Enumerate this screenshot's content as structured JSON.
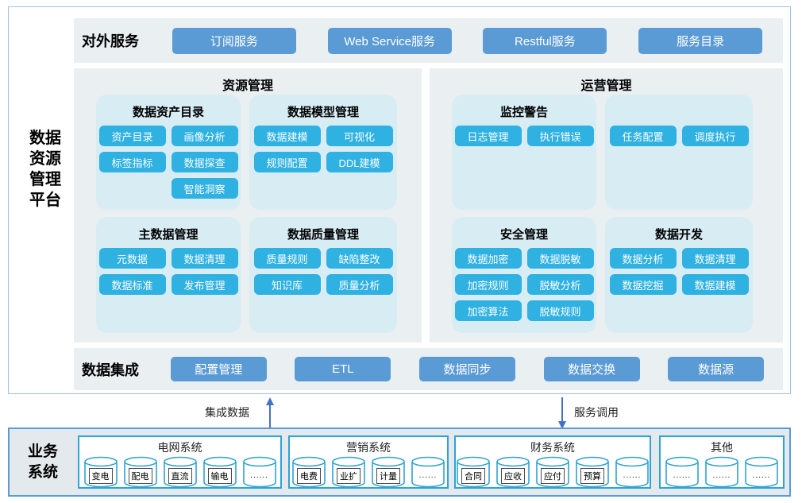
{
  "colors": {
    "primary_button": "#5b9bd5",
    "feature_chip": "#2fb1e2",
    "panel_background": "#eaeff1",
    "block_background": "#d8ecf4",
    "business_background": "#e3e9ec",
    "system_border": "#2ea3d6",
    "arrow": "#4472c4"
  },
  "platform": {
    "title": "数据资源管理平台",
    "external_services": {
      "label": "对外服务",
      "buttons": [
        "订阅服务",
        "Web Service服务",
        "Restful服务",
        "服务目录"
      ]
    },
    "sections": [
      {
        "title": "资源管理",
        "blocks": [
          {
            "title": "数据资产目录",
            "grid": [
              [
                "资产目录",
                "画像分析"
              ],
              [
                "标签指标",
                "数据探查"
              ],
              [
                null,
                "智能洞察"
              ]
            ]
          },
          {
            "title": "数据模型管理",
            "grid": [
              [
                "数据建模",
                "可视化"
              ],
              [
                "规则配置",
                "DDL建模"
              ]
            ]
          },
          {
            "title": "主数据管理",
            "grid": [
              [
                "元数据",
                "数据清理"
              ],
              [
                "数据标准",
                "发布管理"
              ]
            ]
          },
          {
            "title": "数据质量管理",
            "grid": [
              [
                "质量规则",
                "缺陷整改"
              ],
              [
                "知识库",
                "质量分析"
              ]
            ]
          }
        ]
      },
      {
        "title": "运营管理",
        "blocks": [
          {
            "title": "监控警告",
            "grid": [
              [
                "日志管理",
                "执行错误"
              ]
            ]
          },
          {
            "title": "",
            "grid": [
              [
                "任务配置",
                "调度执行"
              ]
            ]
          },
          {
            "title": "安全管理",
            "grid": [
              [
                "数据加密",
                "数据脱敏"
              ],
              [
                "加密规则",
                "脱敏分析"
              ],
              [
                "加密算法",
                "脱敏规则"
              ]
            ]
          },
          {
            "title": "数据开发",
            "grid": [
              [
                "数据分析",
                "数据清理"
              ],
              [
                "数据挖掘",
                "数据建模"
              ]
            ]
          }
        ]
      }
    ],
    "integration": {
      "label": "数据集成",
      "buttons": [
        "配置管理",
        "ETL",
        "数据同步",
        "数据交换",
        "数据源"
      ]
    }
  },
  "flows": {
    "up_label": "集成数据",
    "down_label": "服务调用"
  },
  "business": {
    "title": "业务系统",
    "systems": [
      {
        "name": "电网系统",
        "databases": [
          "变电",
          "配电",
          "直流",
          "输电",
          "......"
        ]
      },
      {
        "name": "营销系统",
        "databases": [
          "电费",
          "业扩",
          "计量",
          "......"
        ]
      },
      {
        "name": "财务系统",
        "databases": [
          "合同",
          "应收",
          "应付",
          "预算",
          "......"
        ]
      },
      {
        "name": "其他",
        "databases": [
          "......",
          "......",
          "......"
        ]
      }
    ]
  }
}
